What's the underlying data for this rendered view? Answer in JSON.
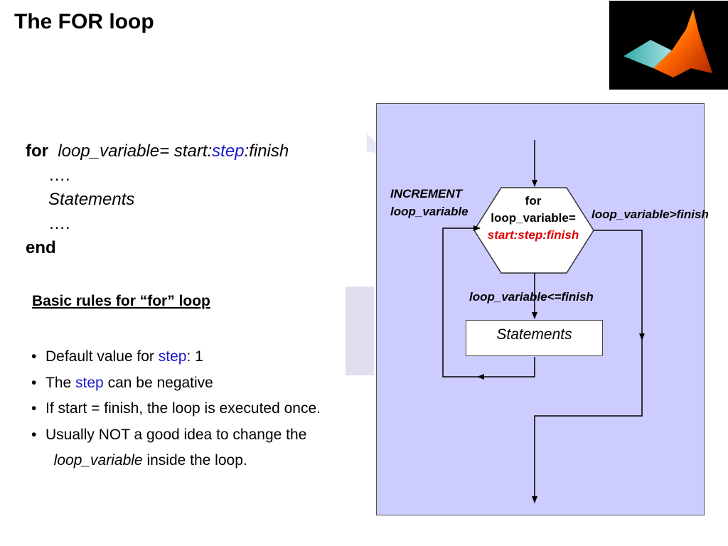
{
  "title": "The FOR loop",
  "logo": {
    "icon": "matlab-membrane-logo"
  },
  "syntax": {
    "for_kw": "for",
    "loop_var": "loop_variable=",
    "start": "start:",
    "step": "step",
    "finish": ":finish",
    "dots1": "….",
    "statements": "Statements",
    "dots2": "….",
    "end_kw": "end"
  },
  "rules": {
    "heading": "Basic rules for “for” loop",
    "items": [
      {
        "pre": "Default value for ",
        "blue": "step",
        "post": ": 1"
      },
      {
        "pre": "The ",
        "blue": "step",
        "post": " can be negative"
      },
      {
        "pre": "If start = finish, the loop is executed once."
      },
      {
        "pre": "Usually NOT a good idea to change the ",
        "it": "loop_variable",
        "post": " inside the loop."
      }
    ]
  },
  "flowchart": {
    "increment_line1": "INCREMENT",
    "increment_line2": "loop_variable",
    "hex_line1": "for",
    "hex_line2": "loop_variable=",
    "hex_line3": "start:step:finish",
    "exit_label": "loop_variable>finish",
    "continue_label": "loop_variable<=finish",
    "statements": "Statements"
  },
  "colors": {
    "panel": "#ccccff",
    "highlight_blue": "#1a1acc",
    "highlight_red": "#dd0000"
  }
}
